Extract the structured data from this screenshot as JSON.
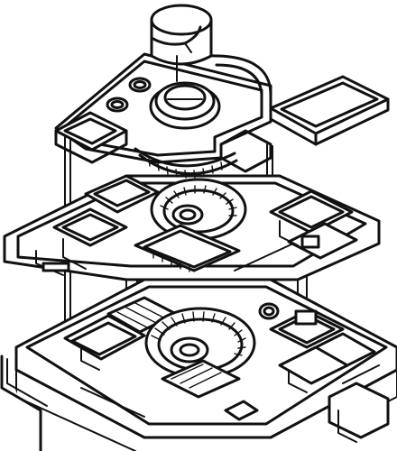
{
  "image": {
    "style": "black line-art isometric exploded view",
    "ink_color": "#111111",
    "background_color": "#ffffff"
  },
  "layers": [
    {
      "name": "top-cylinder"
    },
    {
      "name": "upper-deck"
    },
    {
      "name": "right-floating-panel"
    },
    {
      "name": "middle-floor-plan"
    },
    {
      "name": "lower-floor-plan"
    }
  ]
}
